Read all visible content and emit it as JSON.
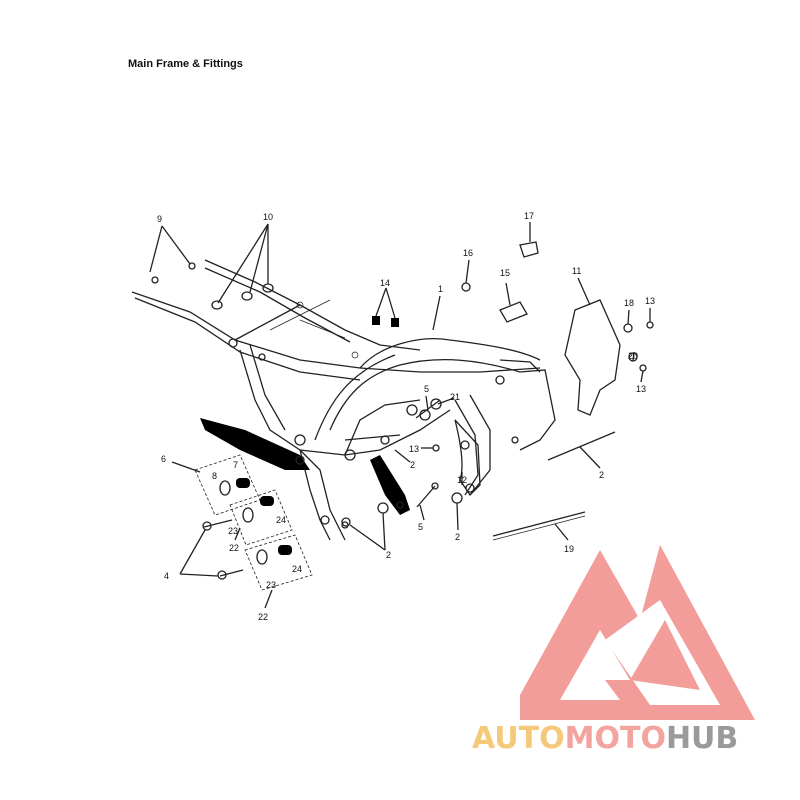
{
  "title": "Main Frame & Fittings",
  "callouts": [
    {
      "label": "1"
    },
    {
      "label": "2"
    },
    {
      "label": "2"
    },
    {
      "label": "2"
    },
    {
      "label": "2"
    },
    {
      "label": "2"
    },
    {
      "label": "4"
    },
    {
      "label": "5"
    },
    {
      "label": "5"
    },
    {
      "label": "6"
    },
    {
      "label": "7"
    },
    {
      "label": "8"
    },
    {
      "label": "9"
    },
    {
      "label": "10"
    },
    {
      "label": "11"
    },
    {
      "label": "12"
    },
    {
      "label": "13"
    },
    {
      "label": "13"
    },
    {
      "label": "13"
    },
    {
      "label": "14"
    },
    {
      "label": "15"
    },
    {
      "label": "16"
    },
    {
      "label": "17"
    },
    {
      "label": "18"
    },
    {
      "label": "19"
    },
    {
      "label": "20"
    },
    {
      "label": "21"
    },
    {
      "label": "22"
    },
    {
      "label": "22"
    },
    {
      "label": "23"
    },
    {
      "label": "23"
    },
    {
      "label": "24"
    },
    {
      "label": "24"
    }
  ],
  "watermark": {
    "part1": "AUTO",
    "part2": "MOTO",
    "part3": "HUB",
    "colors": {
      "auto": "#f6c87a",
      "moto": "#f3a49f",
      "hub": "#9a9a9a",
      "logo": "#f08d88"
    }
  }
}
